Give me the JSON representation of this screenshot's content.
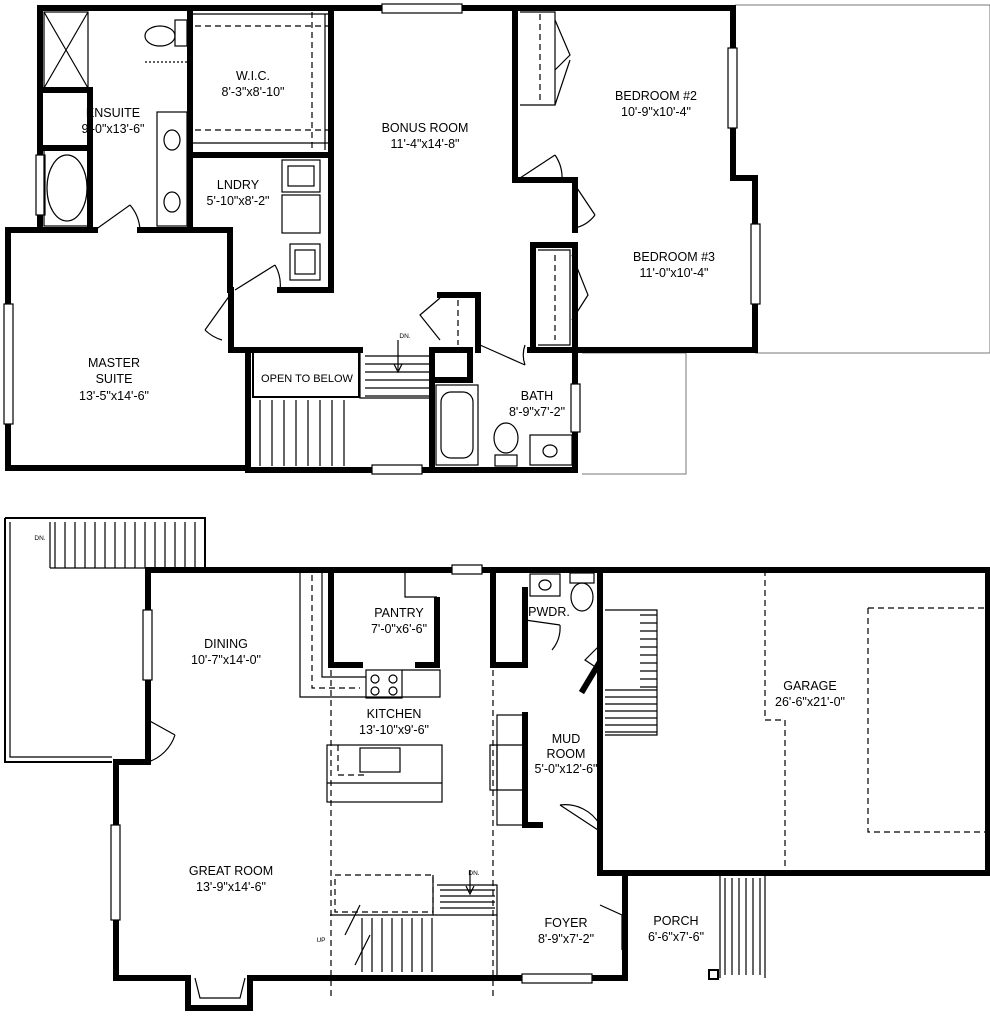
{
  "upper_floor": {
    "rooms": [
      {
        "id": "ensuite",
        "name": "ENSUITE",
        "dims": "9'-0\"x13'-6\""
      },
      {
        "id": "wic",
        "name": "W.I.C.",
        "dims": "8'-3\"x8'-10\""
      },
      {
        "id": "bonus",
        "name": "BONUS ROOM",
        "dims": "11'-4\"x14'-8\""
      },
      {
        "id": "bedroom2",
        "name": "BEDROOM #2",
        "dims": "10'-9\"x10'-4\""
      },
      {
        "id": "lndry",
        "name": "LNDRY",
        "dims": "5'-10\"x8'-2\""
      },
      {
        "id": "bedroom3",
        "name": "BEDROOM #3",
        "dims": "11'-0\"x10'-4\""
      },
      {
        "id": "master",
        "name": "MASTER",
        "name2": "SUITE",
        "dims": "13'-5\"x14'-6\""
      },
      {
        "id": "bath",
        "name": "BATH",
        "dims": "8'-9\"x7'-2\""
      }
    ],
    "open_to_below": "OPEN TO BELOW",
    "stair_dn": "DN."
  },
  "main_floor": {
    "rooms": [
      {
        "id": "dining",
        "name": "DINING",
        "dims": "10'-7\"x14'-0\""
      },
      {
        "id": "pantry",
        "name": "PANTRY",
        "dims": "7'-0\"x6'-6\""
      },
      {
        "id": "pwdr",
        "name": "PWDR."
      },
      {
        "id": "garage",
        "name": "GARAGE",
        "dims": "26'-6\"x21'-0\""
      },
      {
        "id": "kitchen",
        "name": "KITCHEN",
        "dims": "13'-10\"x9'-6\""
      },
      {
        "id": "mudroom",
        "name": "MUD",
        "name2": "ROOM",
        "dims": "5'-0\"x12'-6\""
      },
      {
        "id": "great",
        "name": "GREAT ROOM",
        "dims": "13'-9\"x14'-6\""
      },
      {
        "id": "foyer",
        "name": "FOYER",
        "dims": "8'-9\"x7'-2\""
      },
      {
        "id": "porch",
        "name": "PORCH",
        "dims": "6'-6\"x7'-6\""
      }
    ],
    "deck_dn": "DN.",
    "stair_dn": "DN.",
    "stair_up": "UP"
  }
}
